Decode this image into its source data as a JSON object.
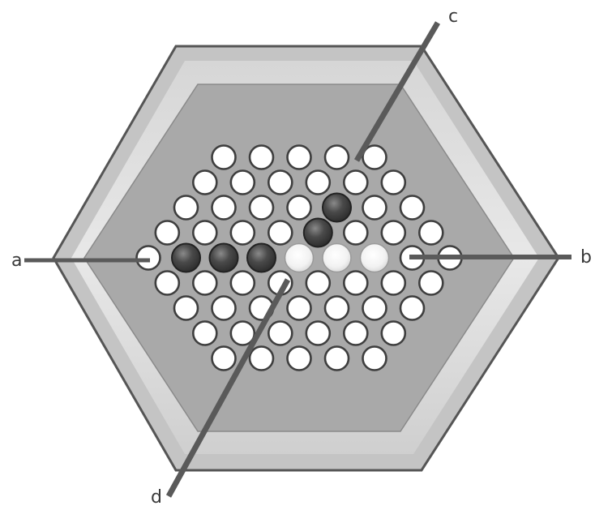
{
  "board": {
    "type": "abalone-hex-board",
    "rows": [
      [
        "empty",
        "empty",
        "empty",
        "empty",
        "empty"
      ],
      [
        "empty",
        "empty",
        "empty",
        "empty",
        "empty",
        "empty"
      ],
      [
        "empty",
        "empty",
        "empty",
        "empty",
        "black",
        "empty",
        "empty"
      ],
      [
        "empty",
        "empty",
        "empty",
        "empty",
        "black",
        "empty",
        "empty",
        "empty"
      ],
      [
        "empty",
        "black",
        "black",
        "black",
        "white",
        "white",
        "white",
        "empty",
        "empty"
      ],
      [
        "empty",
        "empty",
        "empty",
        "empty",
        "empty",
        "empty",
        "empty",
        "empty"
      ],
      [
        "empty",
        "empty",
        "empty",
        "empty",
        "empty",
        "empty",
        "empty"
      ],
      [
        "empty",
        "empty",
        "empty",
        "empty",
        "empty",
        "empty"
      ],
      [
        "empty",
        "empty",
        "empty",
        "empty",
        "empty"
      ]
    ],
    "colors": {
      "frame_outer": "#c4c4c4",
      "frame_inner": "#efefef",
      "playfield": "#a9a9a9",
      "outline": "#555555",
      "hole_fill": "#ffffff",
      "black_marble": "#3f3f3f",
      "white_marble": "#f4f4f4",
      "line": "#5a5a5a"
    }
  },
  "lines": [
    {
      "id": "a",
      "label": "a"
    },
    {
      "id": "b",
      "label": "b"
    },
    {
      "id": "c",
      "label": "c"
    },
    {
      "id": "d",
      "label": "d"
    }
  ]
}
